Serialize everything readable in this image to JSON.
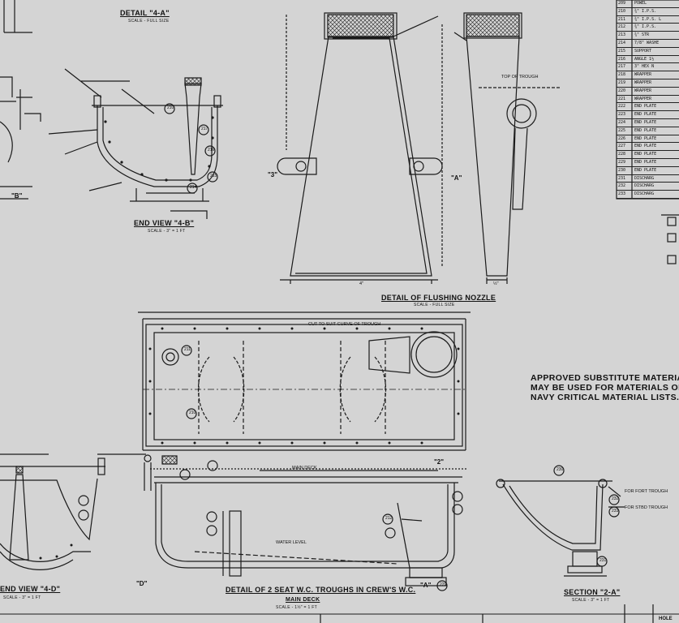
{
  "titles": {
    "detail_4a": "DETAIL \"4-A\"",
    "end_view_4b": "END VIEW \"4-B\"",
    "flushing_nozzle": "DETAIL OF FLUSHING NOZZLE",
    "end_view_4d": "END VIEW \"4-D\"",
    "troughs": "DETAIL OF 2 SEAT W.C. TROUGHS IN CREW'S W.C.",
    "main_deck": "MAIN DECK",
    "section_2a": "SECTION \"2-A\""
  },
  "scales": {
    "full_size": "SCALE - FULL SIZE",
    "three_inch": "SCALE - 3\" = 1 FT",
    "one_half_inch": "SCALE - 1½\" = 1 FT"
  },
  "note_lines": [
    "APPROVED SUBSTITUTE MATERIALS",
    "MAY BE USED FOR MATERIALS ON",
    "NAVY CRITICAL MATERIAL LISTS."
  ],
  "section_marks": {
    "b": "\"B\"",
    "a": "\"A\"",
    "d": "\"D\"",
    "two": "\"2\"",
    "three": "\"3\""
  },
  "schedule": {
    "numbers": [
      "209",
      "210",
      "211",
      "212",
      "213",
      "214",
      "215",
      "216",
      "217",
      "218",
      "219",
      "220",
      "221",
      "222",
      "223",
      "224",
      "225",
      "226",
      "227",
      "228",
      "229",
      "230",
      "231",
      "232",
      "233"
    ],
    "descriptions": [
      "POWEL",
      "¾\" I.P.S.",
      "¾\" I.P.S. L",
      "¾\" I.P.S.",
      "¾\" STR",
      "7/8\" WASHE",
      "SUPPORT",
      "ANGLE 1½",
      "3\" HEX N",
      "WRAPPER",
      "WRAPPER",
      "WRAPPER",
      "WRAPPER",
      "END PLATE",
      "END PLATE",
      "END PLATE",
      "END PLATE",
      "END PLATE",
      "END PLATE",
      "END PLATE",
      "END PLATE",
      "END PLATE",
      "DISCHARG",
      "DISCHARG",
      "DISCHARG"
    ]
  },
  "callouts": {
    "c1": "1",
    "c210": "210",
    "c211": "211",
    "c212": "212",
    "c214": "214",
    "c215": "215",
    "c216": "216",
    "c217": "217",
    "c229": "229",
    "c230": "230",
    "c231": "231",
    "c232": "232",
    "c233": "233"
  },
  "dims": {
    "four_in": "4\"",
    "three_in": "3\"",
    "one_half": "½\"",
    "top_trough": "TOP OF TROUGH",
    "water_level": "WATER LEVEL",
    "fwd_trough": "FOR FORT TROUGH",
    "stbd_trough": "FOR STBD TROUGH",
    "main_deck_small": "MAIN DECK",
    "cut_note": "CUT TO SUIT CURVE OF TROUGH"
  },
  "footer": {
    "hole": "HOLE"
  }
}
